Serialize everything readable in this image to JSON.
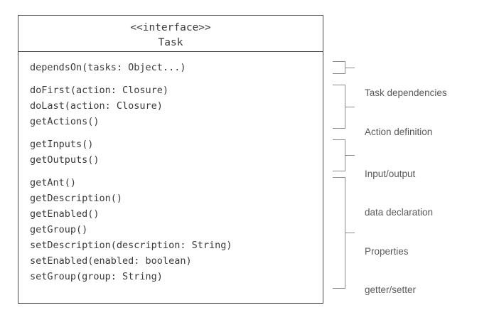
{
  "diagram": {
    "type": "uml-class-diagram",
    "background_color": "#ffffff",
    "border_color": "#4a4a4a",
    "text_color": "#3a3a3a",
    "annotation_color": "#5a5a5a",
    "bracket_color": "#8c8c8c"
  },
  "class_box": {
    "stereotype": "<<interface>>",
    "name": "Task",
    "member_groups": [
      {
        "group_id": "dependencies",
        "members": [
          "dependsOn(tasks: Object...)"
        ]
      },
      {
        "group_id": "actions",
        "members": [
          "doFirst(action: Closure)",
          "doLast(action: Closure)",
          "getActions()"
        ]
      },
      {
        "group_id": "io",
        "members": [
          "getInputs()",
          "getOutputs()"
        ]
      },
      {
        "group_id": "properties",
        "members": [
          "getAnt()",
          "getDescription()",
          "getEnabled()",
          "getGroup()",
          "setDescription(description: String)",
          "setEnabled(enabled: boolean)",
          "setGroup(group: String)"
        ]
      }
    ]
  },
  "annotations": [
    {
      "id": "dependencies",
      "lines": [
        "Task dependencies"
      ]
    },
    {
      "id": "actions",
      "lines": [
        "Action definition"
      ]
    },
    {
      "id": "io",
      "lines": [
        "Input/output",
        "data declaration"
      ]
    },
    {
      "id": "properties",
      "lines": [
        "Properties",
        "getter/setter"
      ]
    }
  ]
}
